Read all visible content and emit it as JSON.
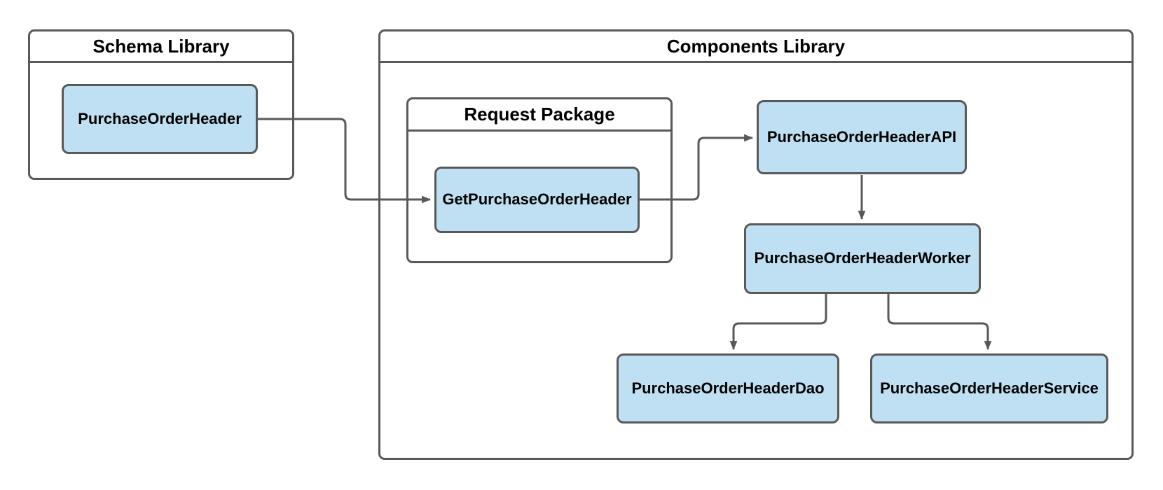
{
  "diagram": {
    "containers": {
      "schema_library": {
        "title": "Schema Library"
      },
      "components_library": {
        "title": "Components Library"
      },
      "request_package": {
        "title": "Request Package"
      }
    },
    "nodes": {
      "purchase_order_header": {
        "label": "PurchaseOrderHeader"
      },
      "get_purchase_order_header": {
        "label": "GetPurchaseOrderHeader"
      },
      "purchase_order_header_api": {
        "label": "PurchaseOrderHeaderAPI"
      },
      "purchase_order_header_worker": {
        "label": "PurchaseOrderHeaderWorker"
      },
      "purchase_order_header_dao": {
        "label": "PurchaseOrderHeaderDao"
      },
      "purchase_order_header_service": {
        "label": "PurchaseOrderHeaderService"
      }
    },
    "connections": [
      {
        "from": "PurchaseOrderHeader",
        "to": "GetPurchaseOrderHeader"
      },
      {
        "from": "GetPurchaseOrderHeader",
        "to": "PurchaseOrderHeaderAPI"
      },
      {
        "from": "PurchaseOrderHeaderAPI",
        "to": "PurchaseOrderHeaderWorker"
      },
      {
        "from": "PurchaseOrderHeaderWorker",
        "to": "PurchaseOrderHeaderDao"
      },
      {
        "from": "PurchaseOrderHeaderWorker",
        "to": "PurchaseOrderHeaderService"
      }
    ],
    "colors": {
      "node_fill": "#bfe0f2",
      "node_border": "#595959",
      "container_border": "#595959",
      "connector": "#595959",
      "text": "#000000",
      "background": "#ffffff"
    }
  }
}
